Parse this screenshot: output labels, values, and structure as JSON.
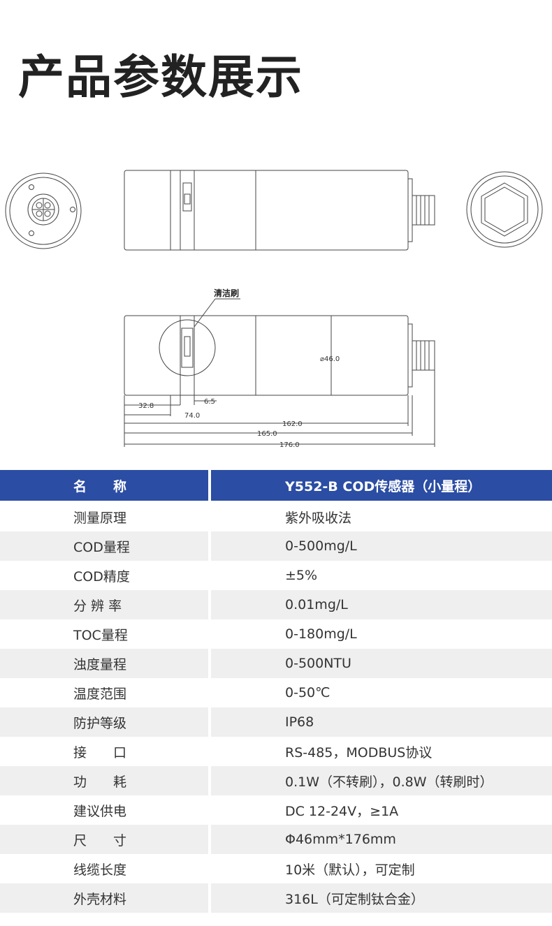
{
  "page_title": "产品参数展示",
  "drawing": {
    "callout": "清洁刷",
    "dimensions": {
      "diameter": "⌀46.0",
      "d1": "32.8",
      "d2": "6.5",
      "d3": "74.0",
      "d4": "162.0",
      "d5": "165.0",
      "d6": "176.0"
    }
  },
  "table": {
    "header": {
      "name": "名　　称",
      "value": "Y552-B COD传感器（小量程）"
    },
    "rows": [
      {
        "name": "测量原理",
        "value": "紫外吸收法"
      },
      {
        "name": "COD量程",
        "value": "0-500mg/L"
      },
      {
        "name": "COD精度",
        "value": "±5%"
      },
      {
        "name": "分 辨 率",
        "value": "0.01mg/L"
      },
      {
        "name": "TOC量程",
        "value": "0-180mg/L"
      },
      {
        "name": "浊度量程",
        "value": "0-500NTU"
      },
      {
        "name": "温度范围",
        "value": "0-50℃"
      },
      {
        "name": "防护等级",
        "value": "IP68"
      },
      {
        "name": "接　　口",
        "value": "RS-485，MODBUS协议"
      },
      {
        "name": "功　　耗",
        "value": "0.1W（不转刷），0.8W（转刷时）"
      },
      {
        "name": "建议供电",
        "value": "DC 12-24V，≥1A"
      },
      {
        "name": "尺　　寸",
        "value": "Φ46mm*176mm"
      },
      {
        "name": "线缆长度",
        "value": "10米（默认），可定制"
      },
      {
        "name": "外壳材料",
        "value": "316L（可定制钛合金）"
      }
    ]
  },
  "colors": {
    "header_bg": "#2b4da3",
    "row_alt_bg": "#efefef"
  }
}
